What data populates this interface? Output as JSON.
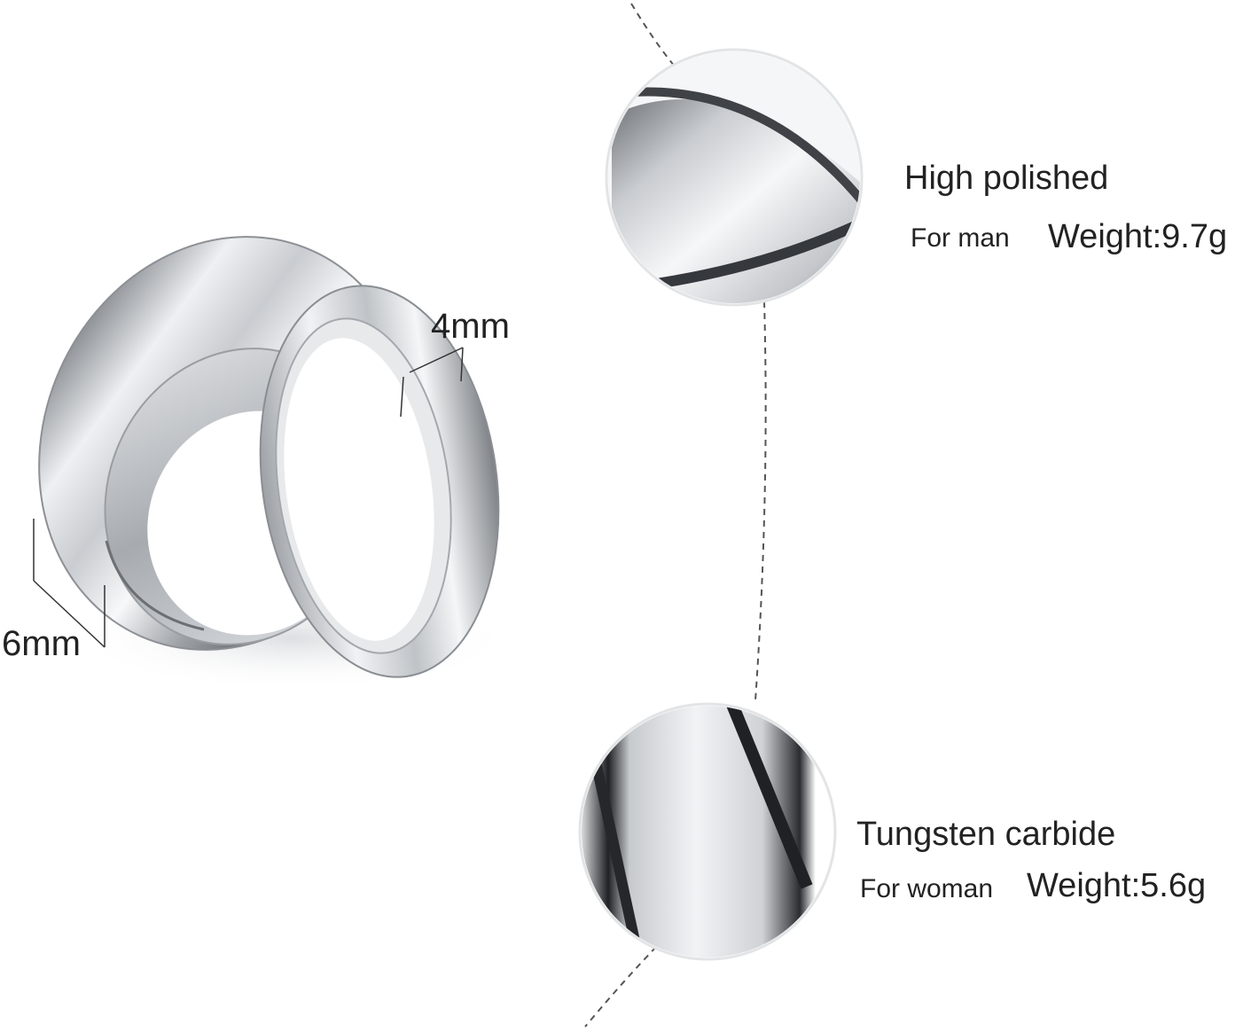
{
  "dimensions": {
    "wide_ring": "6mm",
    "narrow_ring": "4mm"
  },
  "features": {
    "top": {
      "title": "High polished",
      "audience": "For man",
      "weight": "Weight:9.7g"
    },
    "bottom": {
      "title": "Tungsten carbide",
      "audience": "For woman",
      "weight": "Weight:5.6g"
    }
  },
  "colors": {
    "background": "#ffffff",
    "text": "#222222",
    "metal_light": "#f4f5f6",
    "metal_mid": "#b9bcc0",
    "metal_dark": "#4a4d52",
    "dash_line": "#555555"
  },
  "icons": [
    "wide-ring-image",
    "narrow-ring-image",
    "polish-zoom-circle",
    "edge-zoom-circle"
  ]
}
